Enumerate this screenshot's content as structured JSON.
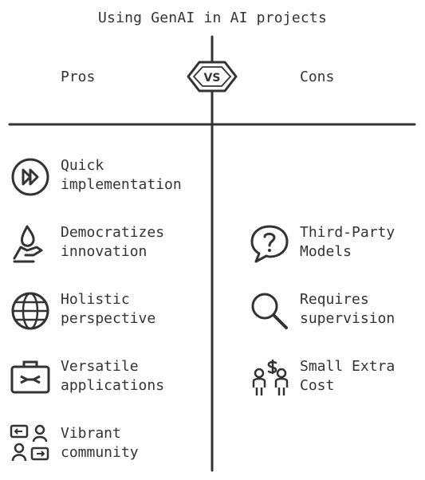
{
  "title": "Using GenAI in AI projects",
  "pros_heading": "Pros",
  "cons_heading": "Cons",
  "vs_label": "VS",
  "pros": [
    {
      "label": "Quick\nimplementation",
      "icon": "fast-forward-icon"
    },
    {
      "label": "Democratizes\ninnovation",
      "icon": "hand-drop-icon"
    },
    {
      "label": "Holistic\nperspective",
      "icon": "globe-icon"
    },
    {
      "label": "Versatile\napplications",
      "icon": "toolbox-icon"
    },
    {
      "label": "Vibrant\ncommunity",
      "icon": "people-exchange-icon"
    }
  ],
  "cons": [
    {
      "label": "Third-Party\nModels",
      "icon": "question-bubble-icon"
    },
    {
      "label": "Requires\nsupervision",
      "icon": "magnifier-icon"
    },
    {
      "label": "Small Extra\nCost",
      "icon": "people-dollar-icon"
    }
  ],
  "colors": {
    "ink": "#333333",
    "background": "#ffffff"
  }
}
